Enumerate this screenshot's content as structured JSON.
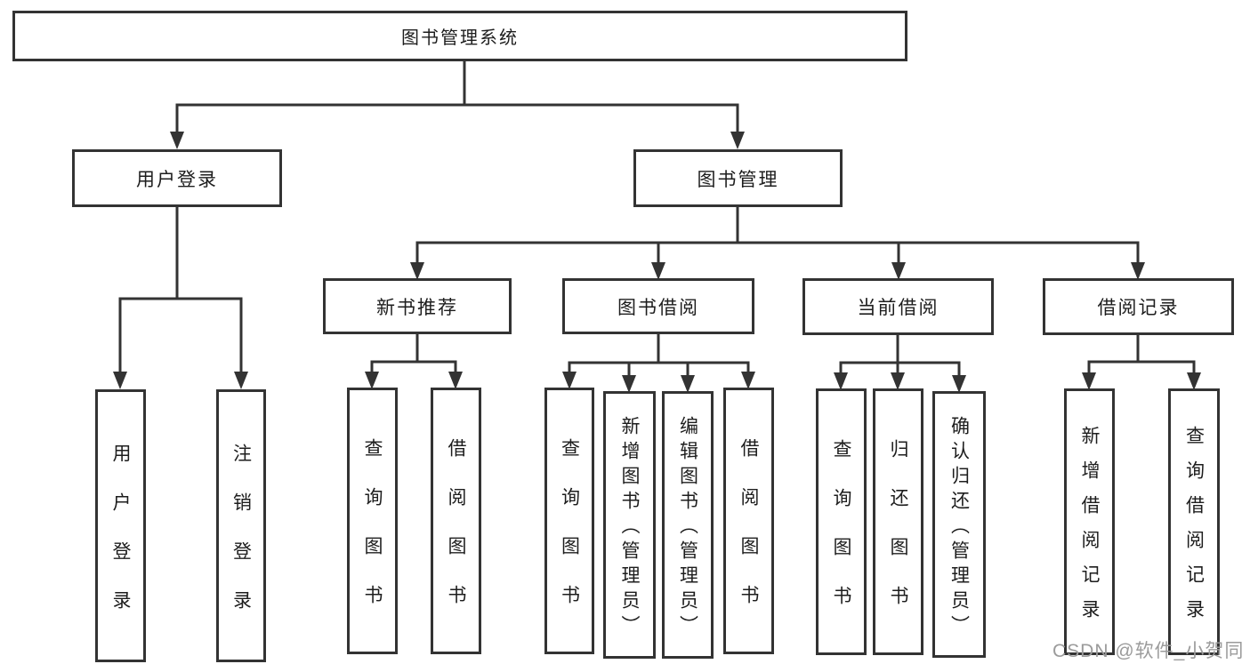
{
  "diagram": {
    "root": {
      "label": "图书管理系统"
    },
    "branches": [
      {
        "label": "用户登录",
        "children": [
          {
            "label": "用户登录"
          },
          {
            "label": "注销登录"
          }
        ]
      },
      {
        "label": "图书管理",
        "groups": [
          {
            "label": "新书推荐",
            "children": [
              {
                "label": "查询图书"
              },
              {
                "label": "借阅图书"
              }
            ]
          },
          {
            "label": "图书借阅",
            "children": [
              {
                "label": "查询图书"
              },
              {
                "label": "新增图书（管理员）"
              },
              {
                "label": "编辑图书（管理员）"
              },
              {
                "label": "借阅图书"
              }
            ]
          },
          {
            "label": "当前借阅",
            "children": [
              {
                "label": "查询图书"
              },
              {
                "label": "归还图书"
              },
              {
                "label": "确认归还（管理员）"
              }
            ]
          },
          {
            "label": "借阅记录",
            "children": [
              {
                "label": "新增借阅记录"
              },
              {
                "label": "查询借阅记录"
              }
            ]
          }
        ]
      }
    ]
  },
  "watermark": {
    "text": "CSDN @软件_小贺同学"
  },
  "colors": {
    "background": "#ffffff",
    "line": "#333333",
    "box_border": "#333333",
    "text": "#1d1d1d",
    "watermark": "#9b9b9b"
  }
}
